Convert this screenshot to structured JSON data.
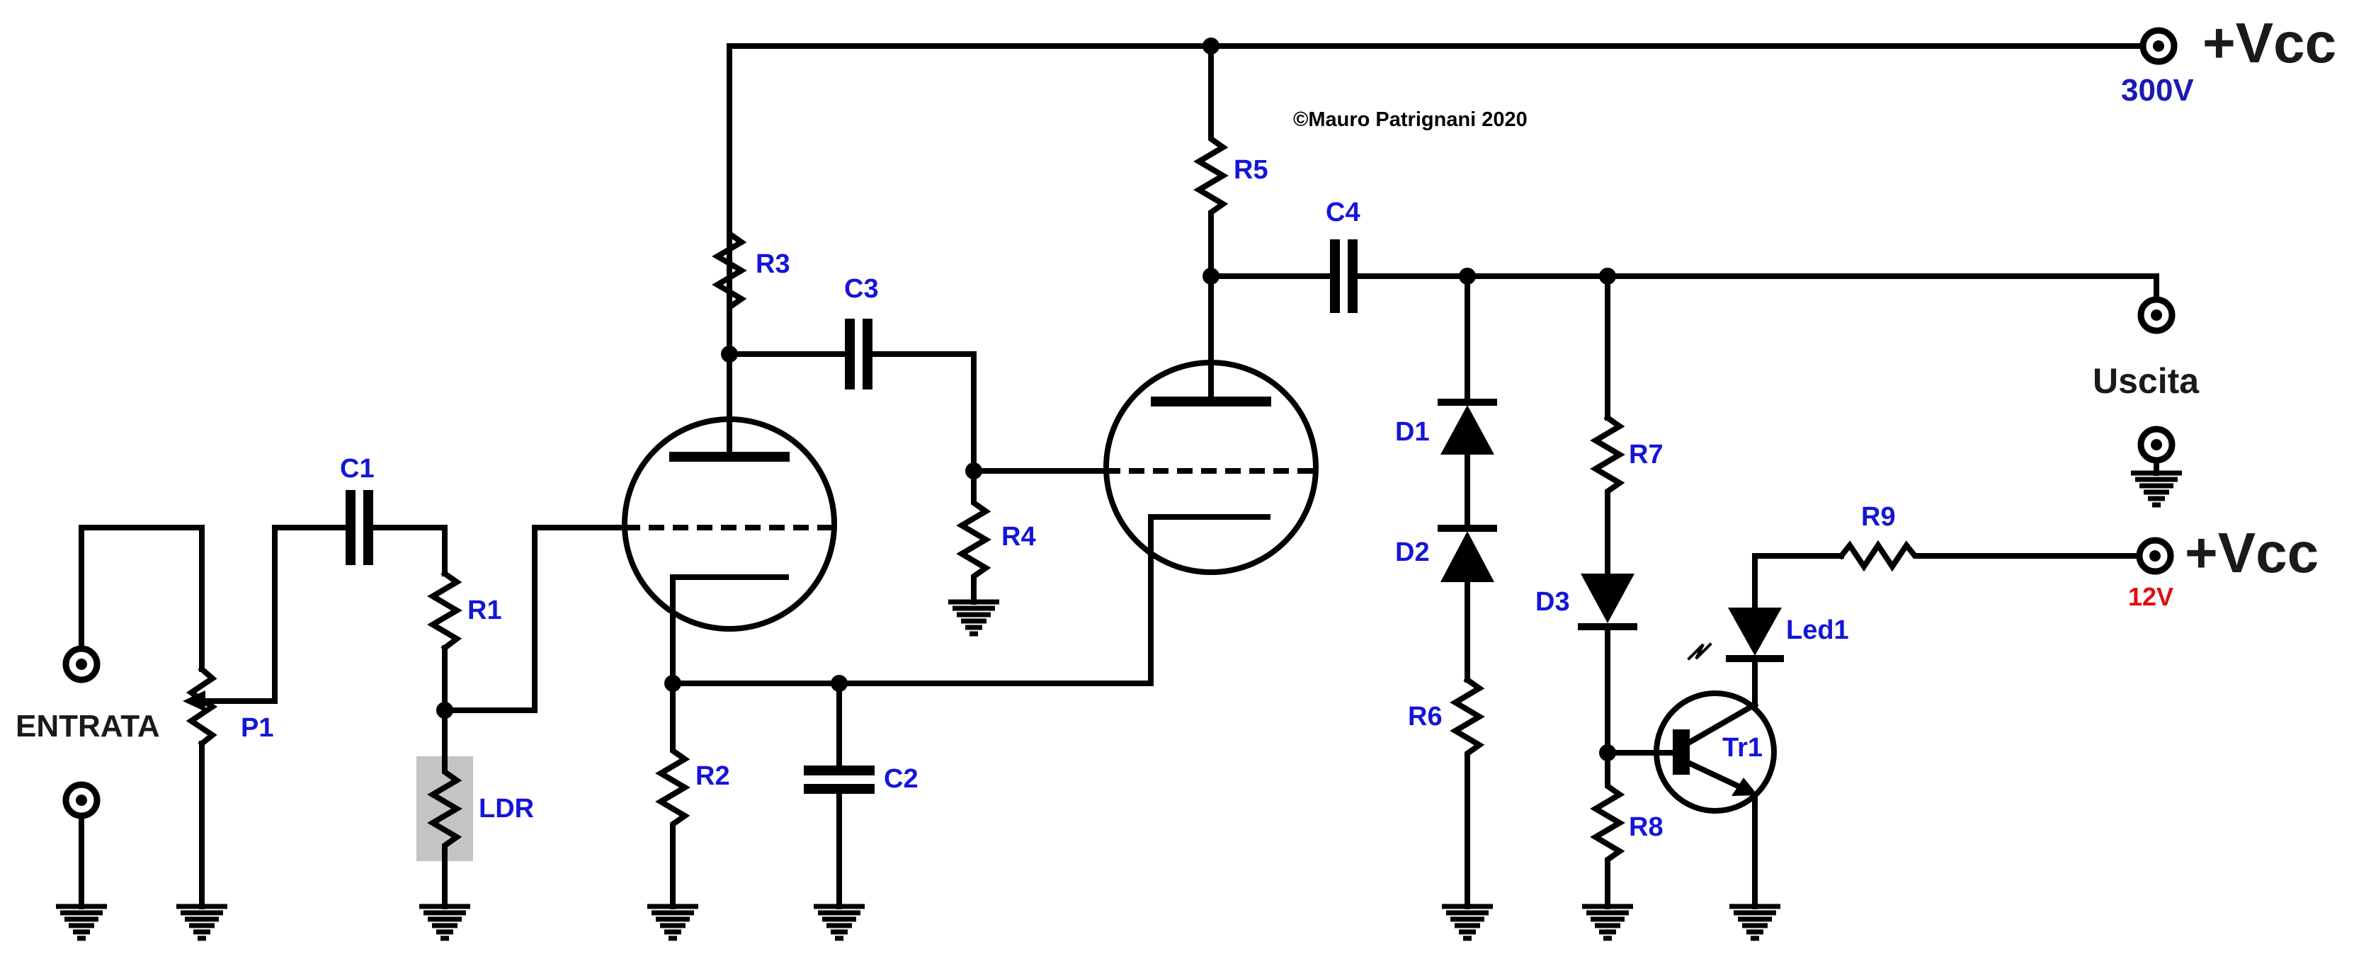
{
  "copyright": "©Mauro Patrignani 2020",
  "supply_hv": {
    "label": "+Vcc",
    "voltage": "300V",
    "voltage_color": "#1a1ab4"
  },
  "supply_lv": {
    "label": "+Vcc",
    "voltage": "12V",
    "voltage_color": "#e01010"
  },
  "input_label": "ENTRATA",
  "output_label": "Uscita",
  "components": {
    "c1": "C1",
    "c2": "C2",
    "c3": "C3",
    "c4": "C4",
    "r1": "R1",
    "r2": "R2",
    "r3": "R3",
    "r4": "R4",
    "r5": "R5",
    "r6": "R6",
    "r7": "R7",
    "r8": "R8",
    "r9": "R9",
    "p1": "P1",
    "ldr": "LDR",
    "d1": "D1",
    "d2": "D2",
    "d3": "D3",
    "tr1": "Tr1",
    "led1": "Led1"
  },
  "colors": {
    "label": "#1515d8",
    "ldr_highlight": "#c4c4c4",
    "wire": "#000000"
  }
}
